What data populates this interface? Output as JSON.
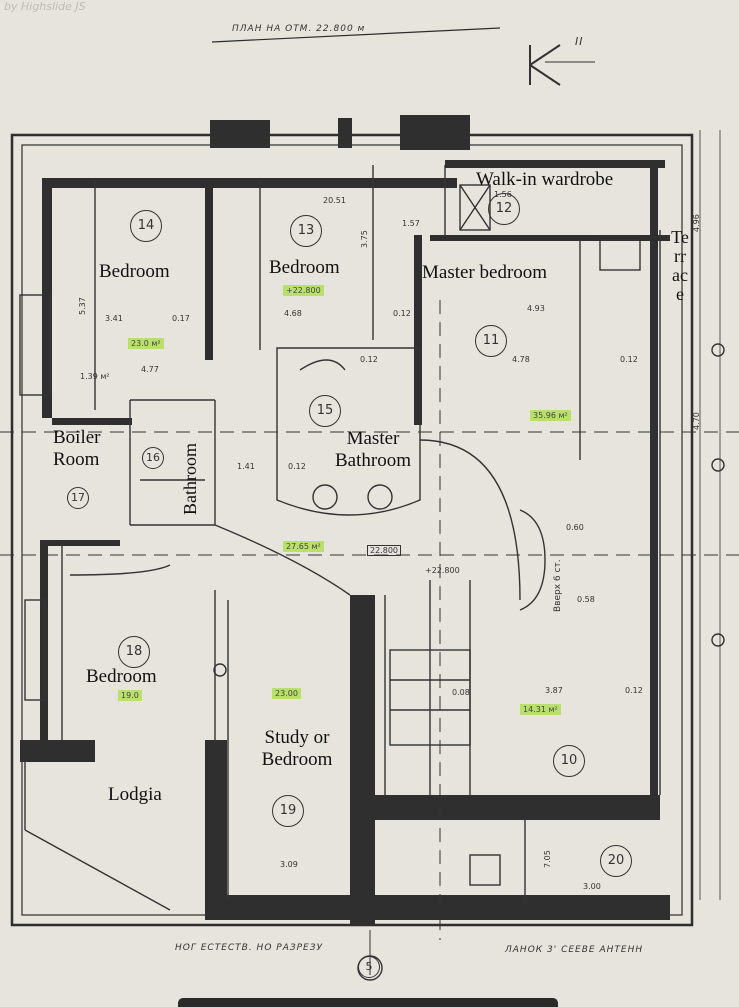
{
  "watermark": "by Highslide JS",
  "header": {
    "handwritten_title": "ПЛАН НА ОТМ. 22.800 м",
    "compass": "К",
    "bottom_left_note": "НОГ ЕСТЕСТВ. НО РАЗРЕЗУ",
    "bottom_right_note": "ЛАНОК 3' СЕЕВЕ АНТЕНН",
    "axis_bottom": "5",
    "compass_numeral": "II"
  },
  "rooms": {
    "r14": {
      "label": "Bedroom",
      "number": "14",
      "area": "23.0 м²"
    },
    "r13": {
      "label": "Bedroom",
      "number": "13",
      "area": "+22.800"
    },
    "r12": {
      "label": "Walk-in wardrobe",
      "number": "12"
    },
    "r11": {
      "label": "Master bedroom",
      "number": "11",
      "area": "35.96 м²"
    },
    "terrace": {
      "label": "Terrace"
    },
    "r15": {
      "label_line1": "Master",
      "label_line2": "Bathroom",
      "number": "15"
    },
    "r16": {
      "label_line1": "Boiler",
      "label_line2": "Room",
      "number": "16"
    },
    "bathroom": {
      "label": "Bathroom"
    },
    "r17": {
      "number": "17"
    },
    "r18": {
      "label": "Bedroom",
      "number": "18",
      "area": "19.0"
    },
    "r19": {
      "label_line1": "Study or",
      "label_line2": "Bedroom",
      "number": "19",
      "area": "23.00"
    },
    "lodgia": {
      "label": "Lodgia"
    },
    "r10": {
      "number": "10",
      "area": "14.31 м²"
    },
    "r20": {
      "number": "20"
    },
    "hall": {
      "area": "27.65 м²",
      "level": "22.800",
      "level2": "+22.800"
    }
  },
  "dimensions": {
    "d1": "3.41",
    "d2": "0.17",
    "d3": "4.68",
    "d4": "0.12",
    "d5": "4.77",
    "d6": "4.93",
    "d7": "4.78",
    "d8": "0.12",
    "d9": "3.87",
    "d10": "0.12",
    "d11": "3.09",
    "d12": "0.08",
    "d13": "0.60",
    "d14": "0.58",
    "d15": "3.00",
    "d16": "20.51",
    "d17": "1.57",
    "d18": "1.56",
    "d19": "1.41",
    "d20": "0.12",
    "d21": "5.37",
    "d22": "4.96",
    "d23": "4.70",
    "d24": "7.05",
    "d25": "3.75",
    "d26": "1.39 м²",
    "d27": "0.12"
  },
  "stair_tag": "Вверх 6 ст."
}
